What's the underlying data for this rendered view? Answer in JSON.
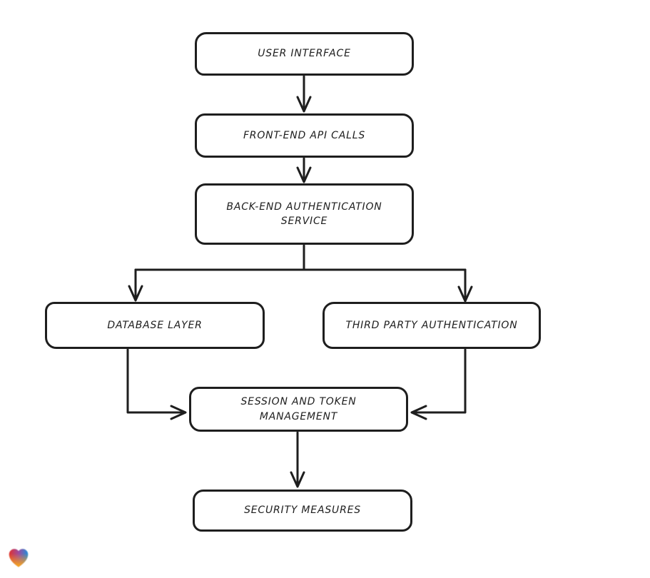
{
  "diagram": {
    "type": "flowchart",
    "style": "hand-drawn",
    "colors": {
      "stroke": "#1e1e1e",
      "node_fill": "#ffffff",
      "background": "#ffffff"
    },
    "nodes": [
      {
        "id": "user-interface",
        "label": "USER INTERFACE"
      },
      {
        "id": "front-end-api-calls",
        "label": "FRONT-END API CALLS"
      },
      {
        "id": "back-end-auth-service",
        "label": "BACK-END AUTHENTICATION\nSERVICE"
      },
      {
        "id": "database-layer",
        "label": "DATABASE LAYER"
      },
      {
        "id": "third-party-auth",
        "label": "THIRD PARTY AUTHENTICATION"
      },
      {
        "id": "session-token-management",
        "label": "SESSION AND TOKEN\nMANAGEMENT"
      },
      {
        "id": "security-measures",
        "label": "SECURITY MEASURES"
      }
    ],
    "edges": [
      {
        "from": "user-interface",
        "to": "front-end-api-calls"
      },
      {
        "from": "front-end-api-calls",
        "to": "back-end-auth-service"
      },
      {
        "from": "back-end-auth-service",
        "to": "database-layer"
      },
      {
        "from": "back-end-auth-service",
        "to": "third-party-auth"
      },
      {
        "from": "database-layer",
        "to": "session-token-management"
      },
      {
        "from": "third-party-auth",
        "to": "session-token-management"
      },
      {
        "from": "session-token-management",
        "to": "security-measures"
      }
    ]
  },
  "logo": {
    "name": "gradient-heart",
    "colors": [
      "#e0312e",
      "#9c4a9e",
      "#1f8fdb",
      "#f8a41b"
    ]
  }
}
